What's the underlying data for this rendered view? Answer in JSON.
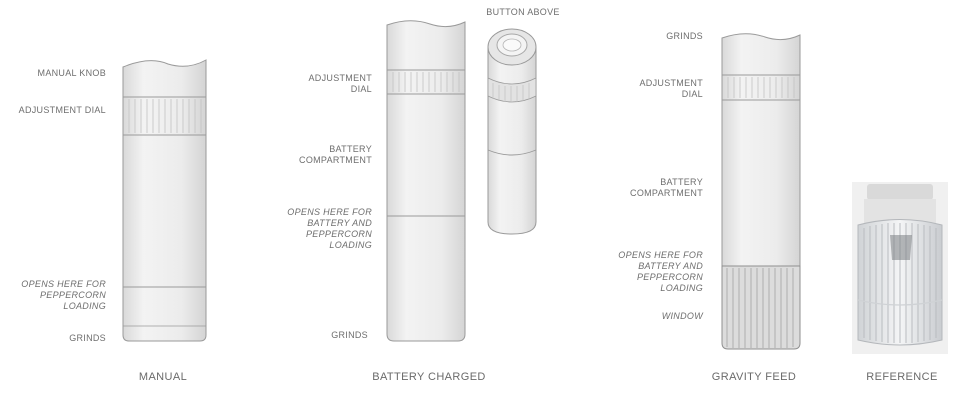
{
  "captions": {
    "manual": "MANUAL",
    "battery": "BATTERY CHARGED",
    "gravity": "GRAVITY FEED",
    "reference": "REFERENCE"
  },
  "manual": {
    "knob": "MANUAL KNOB",
    "dial": "ADJUSTMENT DIAL",
    "opens": "OPENS HERE FOR PEPPERCORN LOADING",
    "grinds": "GRINDS"
  },
  "battery": {
    "button": "BUTTON ABOVE",
    "dial": "ADJUSTMENT DIAL",
    "compartment": "BATTERY COMPARTMENT",
    "opens": "OPENS HERE FOR BATTERY AND PEPPERCORN LOADING",
    "grinds": "GRINDS"
  },
  "gravity": {
    "grinds": "GRINDS",
    "dial": "ADJUSTMENT DIAL",
    "compartment": "BATTERY COMPARTMENT",
    "opens": "OPENS HERE FOR BATTERY AND PEPPERCORN LOADING",
    "window": "WINDOW"
  },
  "colors": {
    "body": "#ebebeb",
    "outline": "#9a9a9a",
    "label": "#6e6e6e"
  }
}
